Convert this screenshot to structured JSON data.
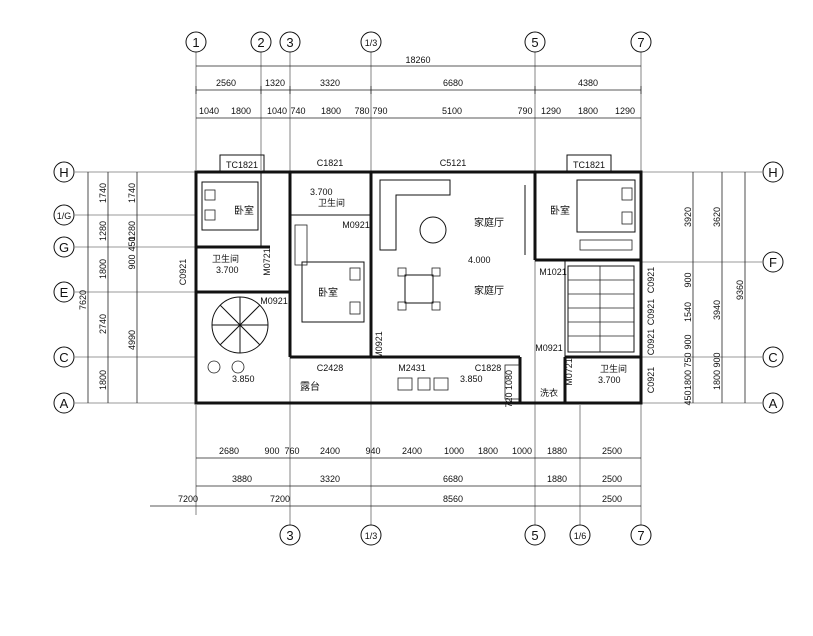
{
  "axes_top": [
    "1",
    "2",
    "3",
    "1/3",
    "5",
    "7"
  ],
  "axes_bottom": [
    "3",
    "1/3",
    "5",
    "1/6",
    "7"
  ],
  "axes_left": [
    "H",
    "1/G",
    "G",
    "E",
    "C",
    "A"
  ],
  "axes_right": [
    "H",
    "F",
    "C",
    "A"
  ],
  "dims_top_total": "18260",
  "dims_top_row1": [
    "2560",
    "1320",
    "3320",
    "6680",
    "4380"
  ],
  "dims_top_row2": [
    "1040",
    "1800",
    "1040",
    "740",
    "1800",
    "780",
    "790",
    "5100",
    "790",
    "1290",
    "1800",
    "1290"
  ],
  "dims_bot_row1": [
    "2680",
    "900",
    "760",
    "2400",
    "940",
    "2400",
    "1000",
    "1800",
    "1000",
    "1880",
    "2500"
  ],
  "dims_bot_row2": [
    "3880",
    "3320",
    "6680",
    "1880",
    "2500"
  ],
  "dims_bot_row3": [
    "7200",
    "7200",
    "8560",
    "2500"
  ],
  "dims_left_outer": [
    "7620"
  ],
  "dims_left_mid": [
    "1740",
    "1280",
    "1800",
    "2740",
    "1800"
  ],
  "dims_left_inner": [
    "1740",
    "1280",
    "900",
    "450",
    "4990"
  ],
  "dims_right_inner": [
    "3920",
    "900",
    "1540",
    "900",
    "750",
    "1800",
    "450"
  ],
  "dims_right_mid": [
    "3620",
    "3940",
    "900",
    "1800"
  ],
  "dims_right_outer": [
    "9360"
  ],
  "windows": [
    "TC1821",
    "C1821",
    "C5121",
    "TC1821",
    "C0921",
    "C0921",
    "C0921",
    "C0921",
    "C0921",
    "C2428",
    "M2431",
    "C1828"
  ],
  "doors": [
    "M0921",
    "M0721",
    "M0921",
    "M0921",
    "M1021",
    "M0921",
    "M0721"
  ],
  "rooms": {
    "bedroom_nw": "卧室",
    "bath_nw": "卫生间",
    "bath_nw_level": "3.700",
    "bath_n": "卫生间",
    "bath_n_level": "3.700",
    "bedroom_center": "卧室",
    "family_hall_1": "家庭厅",
    "family_hall_2": "家庭厅",
    "hall_level": "4.000",
    "bedroom_ne": "卧室",
    "bath_se": "卫生间",
    "bath_se_level": "3.700",
    "laundry": "洗衣",
    "terrace": "露台",
    "terrace_level_1": "3.850",
    "terrace_level_2": "3.850",
    "stair_small_1": "1080",
    "stair_small_2": "720"
  }
}
